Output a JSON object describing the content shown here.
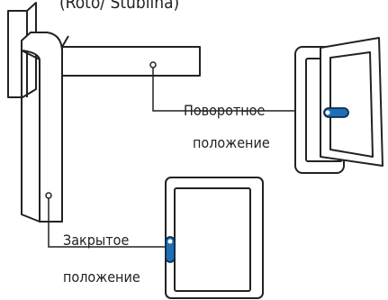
{
  "title_partial": "(Roto/ Stublina)",
  "labels": {
    "rotary": "Поворотное",
    "rotary_2": "положение",
    "closed": "Закрытое",
    "closed_2": "положение"
  },
  "colors": {
    "outline": "#222222",
    "handle": "#1f6fb5",
    "handle_outline": "#0d2e4d"
  }
}
